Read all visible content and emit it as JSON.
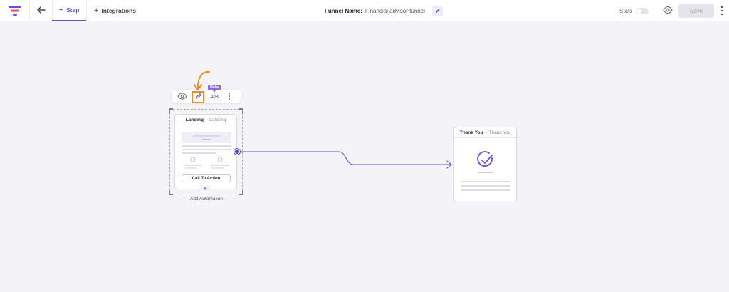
{
  "header": {
    "tabs": [
      {
        "label": "Step",
        "active": true
      },
      {
        "label": "Integrations",
        "active": false
      }
    ],
    "funnel_name_label": "Funnel Name:",
    "funnel_name_value": "Financial advisor funnel",
    "stats_label": "Stats",
    "save_label": "Save"
  },
  "canvas": {
    "toolbar": {
      "ab_label": "A|B",
      "beta_badge": "Beta"
    },
    "nodes": [
      {
        "name": "Landing",
        "type": "Landing",
        "cta_label": "Call To Action",
        "add_automation_label": "Add Automation"
      },
      {
        "name": "Thank You",
        "type": "Thank You"
      }
    ]
  },
  "colors": {
    "accent": "#6b4fd8",
    "highlight": "#f08c28",
    "connector": "#6b4fd8"
  },
  "icons": [
    "funnel-logo-icon",
    "back-arrow-icon",
    "plus-icon",
    "pencil-icon",
    "eye-icon",
    "kebab-icon",
    "check-circle-icon"
  ]
}
